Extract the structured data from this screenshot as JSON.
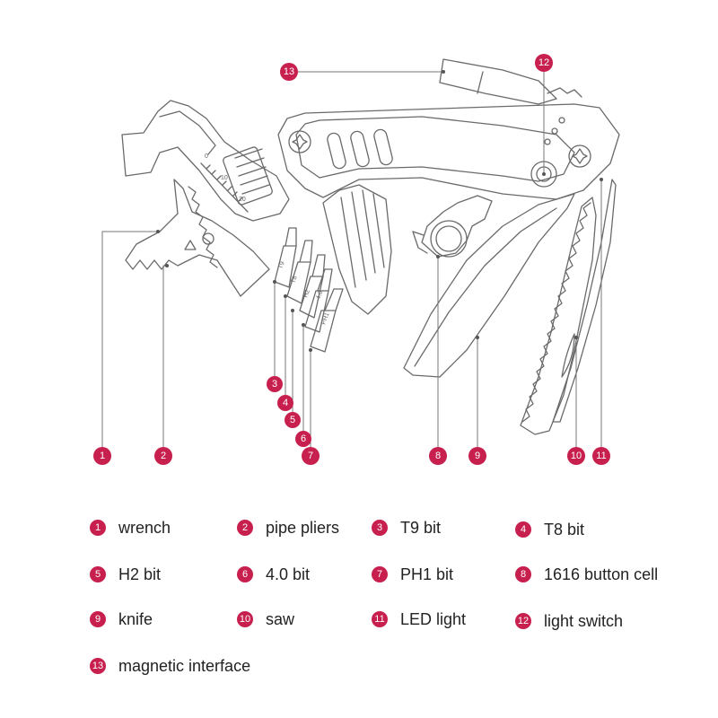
{
  "accent_color": "#c8204e",
  "callouts": [
    {
      "num": "1",
      "label": "wrench"
    },
    {
      "num": "2",
      "label": "pipe pliers"
    },
    {
      "num": "3",
      "label": "T9 bit"
    },
    {
      "num": "4",
      "label": "T8 bit"
    },
    {
      "num": "5",
      "label": "H2 bit"
    },
    {
      "num": "6",
      "label": "4.0 bit"
    },
    {
      "num": "7",
      "label": "PH1 bit"
    },
    {
      "num": "8",
      "label": "1616 button cell"
    },
    {
      "num": "9",
      "label": "knife"
    },
    {
      "num": "10",
      "label": "saw"
    },
    {
      "num": "11",
      "label": "LED light"
    },
    {
      "num": "12",
      "label": "light switch"
    },
    {
      "num": "13",
      "label": "magnetic interface"
    }
  ],
  "tool_markings": {
    "scale": [
      "0",
      "10",
      "20"
    ],
    "bits": [
      "T9",
      "T8",
      "H2",
      "4.0",
      "PH1"
    ]
  }
}
